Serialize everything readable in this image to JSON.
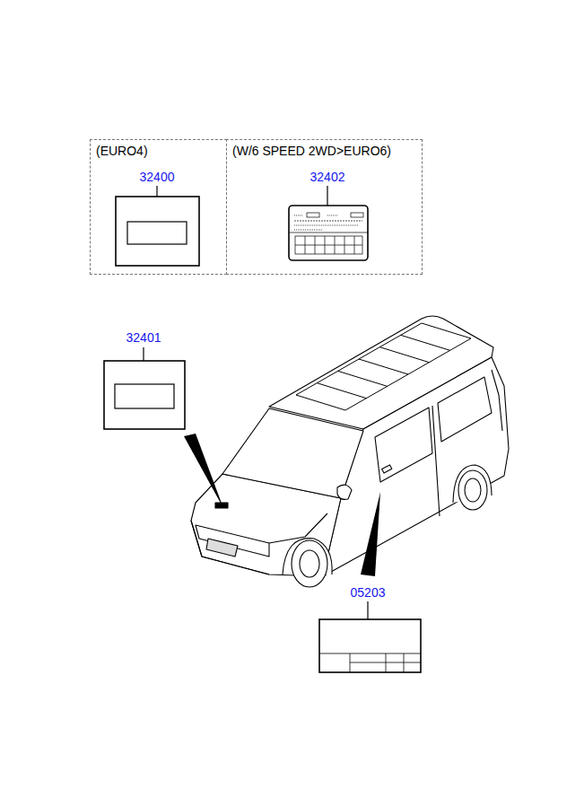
{
  "diagram": {
    "nodes": [
      {
        "text": [
          "(EURO4)"
        ]
      },
      {
        "text": [
          "(W/6 SPEED 2WD>EURO6)"
        ]
      }
    ],
    "labels": [
      "32400",
      "32402",
      "32401",
      "05203"
    ]
  }
}
